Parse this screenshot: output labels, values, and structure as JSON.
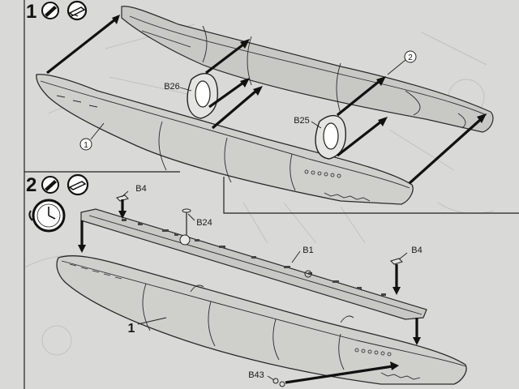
{
  "colors": {
    "paper": "#d9d9d7",
    "ink": "#1a1a1a",
    "hull_fill": "#cfcfcc",
    "ghost_lines": "#c2c2bf"
  },
  "icons": [
    "glue-tube-icon",
    "no-glue-tube-icon",
    "clock-icon"
  ],
  "step1": {
    "number": "1",
    "part_labels": {
      "lower_hull": "1",
      "upper_hull": "2",
      "part_b26": "B26",
      "part_b25": "B25"
    }
  },
  "step2": {
    "number": "2",
    "part_labels": {
      "b4_left": "B4",
      "b4_right": "B4",
      "b24": "B24",
      "b1": "B1",
      "b43": "B43",
      "hull": "1"
    }
  }
}
